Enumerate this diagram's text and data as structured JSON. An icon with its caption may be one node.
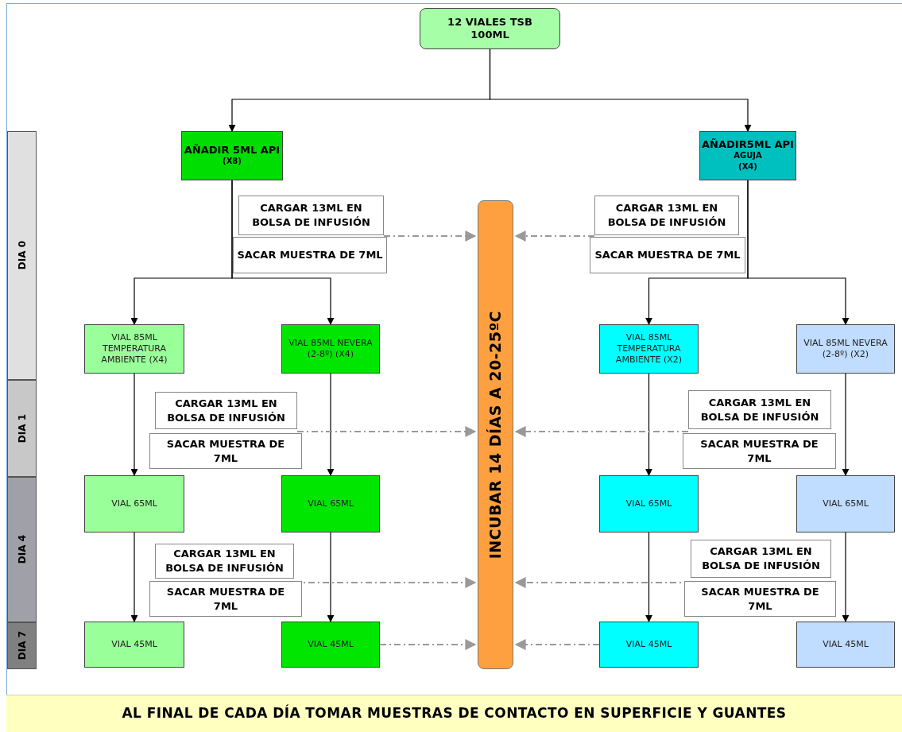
{
  "diagram": {
    "nodes": [
      {
        "text": [
          "12 VIALES TSB 100ML"
        ]
      },
      {
        "text": [
          "DIA 0"
        ]
      },
      {
        "text": [
          "AÑADIR 5ML API",
          "(X8)"
        ]
      },
      {
        "text": [
          "AÑADIR5ML API",
          "AGUJA",
          "(X4)"
        ]
      },
      {
        "text": [
          "CARGAR 13ML EN BOLSA DE INFUSIÓN"
        ]
      },
      {
        "text": [
          "SACAR MUESTRA DE 7ML"
        ]
      },
      {
        "text": [
          "INCUBAR 14 DÍAS A 20-25ºC"
        ]
      },
      {
        "text": [
          "CARGAR 13ML EN BOLSA DE INFUSIÓN"
        ]
      },
      {
        "text": [
          "SACAR MUESTRA DE 7ML"
        ]
      },
      {
        "text": [
          "VIAL 85ML TEMPERATURA AMBIENTE (X4)"
        ]
      },
      {
        "text": [
          "VIAL 85ML NEVERA (2-8º) (X4)"
        ]
      },
      {
        "text": [
          "VIAL 85ML TEMPERATURA AMBIENTE (X2)"
        ]
      },
      {
        "text": [
          "VIAL 85ML NEVERA (2-8º) (X2)"
        ]
      },
      {
        "text": [
          "DIA 1"
        ]
      },
      {
        "text": [
          "CARGAR 13ML EN BOLSA DE INFUSIÓN"
        ]
      },
      {
        "text": [
          "SACAR MUESTRA DE 7ML"
        ]
      },
      {
        "text": [
          "CARGAR 13ML EN BOLSA DE INFUSIÓN"
        ]
      },
      {
        "text": [
          "SACAR MUESTRA DE 7ML"
        ]
      },
      {
        "text": [
          "DIA 4"
        ]
      },
      {
        "text": [
          "VIAL 65ML"
        ]
      },
      {
        "text": [
          "VIAL 65ML"
        ]
      },
      {
        "text": [
          "VIAL 65ML"
        ]
      },
      {
        "text": [
          "VIAL 65ML"
        ]
      },
      {
        "text": [
          "CARGAR 13ML EN BOLSA DE INFUSIÓN"
        ]
      },
      {
        "text": [
          "SACAR MUESTRA DE 7ML"
        ]
      },
      {
        "text": [
          "CARGAR 13ML EN BOLSA DE INFUSIÓN"
        ]
      },
      {
        "text": [
          "SACAR MUESTRA DE 7ML"
        ]
      },
      {
        "text": [
          "DIA 7"
        ]
      },
      {
        "text": [
          "VIAL 45ML"
        ]
      },
      {
        "text": [
          "VIAL 45ML"
        ]
      },
      {
        "text": [
          "VIAL 45ML"
        ]
      },
      {
        "text": [
          "VIAL 45ML"
        ]
      },
      {
        "text": [
          "AL FINAL DE CADA DÍA TOMAR MUESTRAS DE CONTACTO EN SUPERFICIE Y GUANTES"
        ]
      }
    ],
    "edges": [
      {
        "from": 0,
        "to": 2,
        "arrow": "to"
      },
      {
        "from": 0,
        "to": 3,
        "arrow": "to"
      },
      {
        "from": 2,
        "to": 9,
        "arrow": "to"
      },
      {
        "from": 2,
        "to": 10,
        "arrow": "to"
      },
      {
        "from": 3,
        "to": 11,
        "arrow": "to"
      },
      {
        "from": 3,
        "to": 12,
        "arrow": "to"
      },
      {
        "from": 9,
        "to": 19,
        "arrow": "to"
      },
      {
        "from": 10,
        "to": 20,
        "arrow": "to"
      },
      {
        "from": 11,
        "to": 21,
        "arrow": "to"
      },
      {
        "from": 12,
        "to": 22,
        "arrow": "to"
      },
      {
        "from": 19,
        "to": 28,
        "arrow": "to"
      },
      {
        "from": 20,
        "to": 29,
        "arrow": "to"
      },
      {
        "from": 21,
        "to": 30,
        "arrow": "to"
      },
      {
        "from": 22,
        "to": 31,
        "arrow": "to"
      },
      {
        "from": 4,
        "to": 6,
        "arrow": "to",
        "style": "dashed",
        "color": "#999999"
      },
      {
        "from": 7,
        "to": 6,
        "arrow": "to",
        "style": "dashed",
        "color": "#999999"
      },
      {
        "from": 14,
        "to": 6,
        "arrow": "to",
        "style": "dashed",
        "color": "#999999"
      },
      {
        "from": 16,
        "to": 6,
        "arrow": "to",
        "style": "dashed",
        "color": "#999999"
      },
      {
        "from": 23,
        "to": 6,
        "arrow": "to",
        "style": "dashed",
        "color": "#999999"
      },
      {
        "from": 25,
        "to": 6,
        "arrow": "to",
        "style": "dashed",
        "color": "#999999"
      },
      {
        "from": 29,
        "to": 6,
        "arrow": "to",
        "style": "dashed",
        "color": "#999999"
      },
      {
        "from": 30,
        "to": 6,
        "arrow": "to",
        "style": "dashed",
        "color": "#999999"
      }
    ]
  }
}
